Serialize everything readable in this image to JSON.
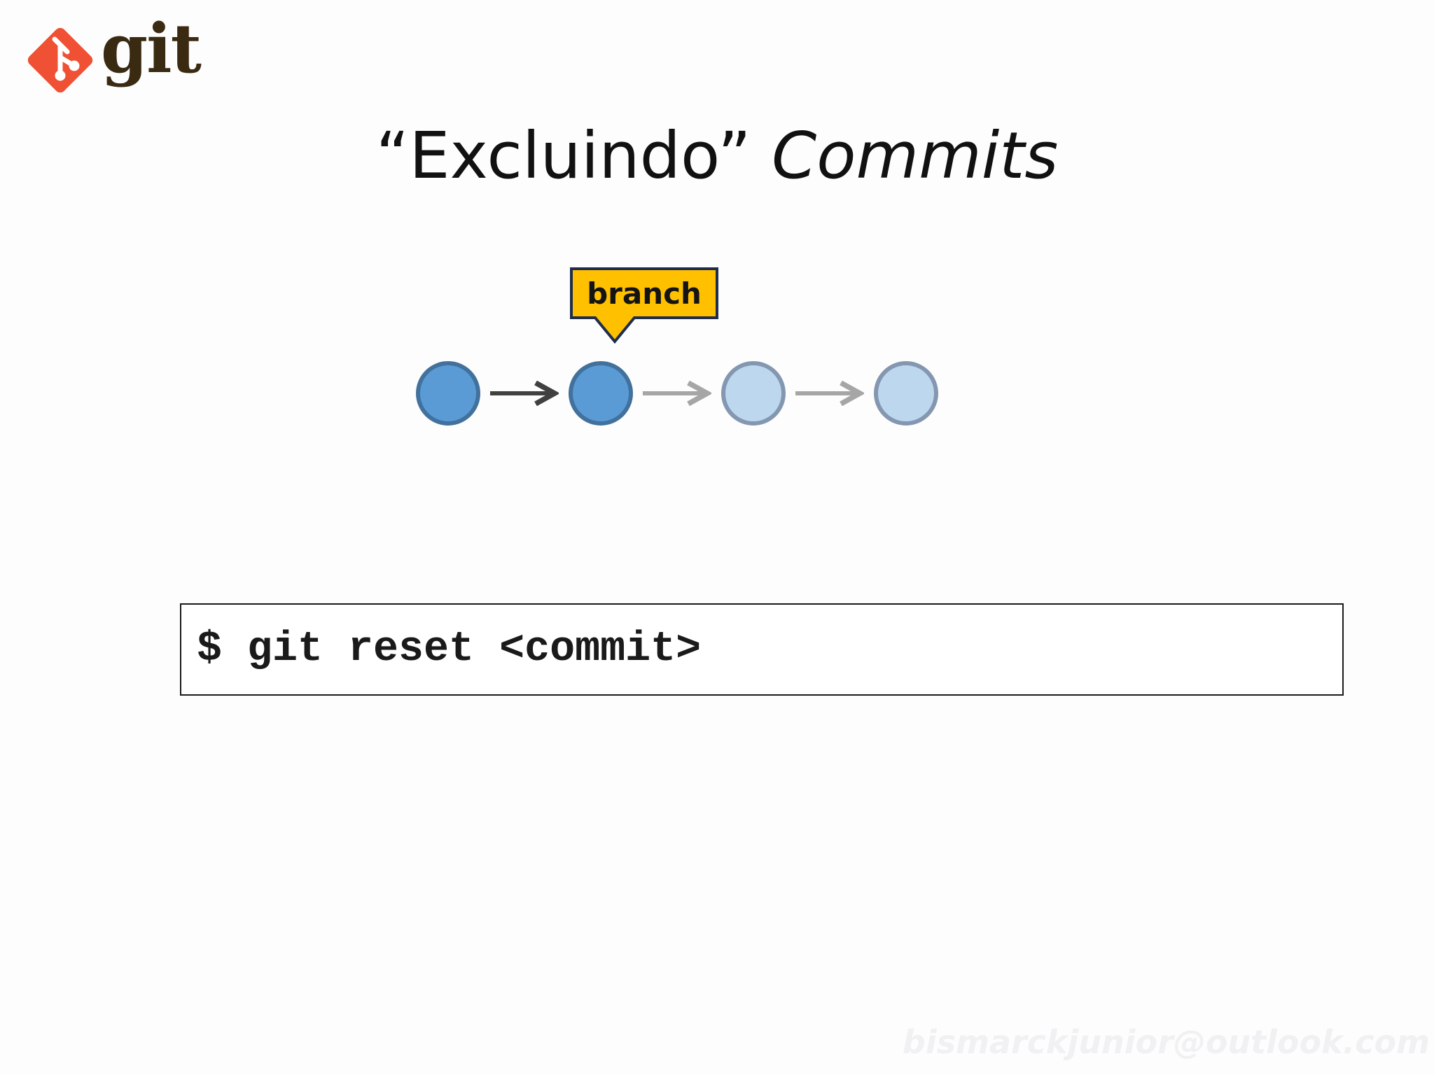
{
  "logo": {
    "wordmark": "git",
    "icon": "git-diamond-icon",
    "brand_color": "#f05033",
    "text_color": "#3a2a12"
  },
  "title": {
    "quoted": "“Excluindo”",
    "italic": "Commits"
  },
  "diagram": {
    "branch_label": "branch",
    "label_color": "#ffc000",
    "commits": [
      {
        "state": "active",
        "fill": "#5b9bd5",
        "stroke": "#41719c"
      },
      {
        "state": "active",
        "fill": "#5b9bd5",
        "stroke": "#41719c"
      },
      {
        "state": "faded",
        "fill": "#bdd7ee",
        "stroke": "#8497b0"
      },
      {
        "state": "faded",
        "fill": "#bdd7ee",
        "stroke": "#8497b0"
      }
    ],
    "arrows": [
      {
        "state": "active",
        "color": "#404040"
      },
      {
        "state": "faded",
        "color": "#a6a6a6"
      },
      {
        "state": "faded",
        "color": "#a6a6a6"
      }
    ],
    "branch_points_to": 1
  },
  "command": {
    "text": "$ git reset <commit>"
  },
  "watermark": {
    "text": "bismarckjunior@outlook.com"
  }
}
